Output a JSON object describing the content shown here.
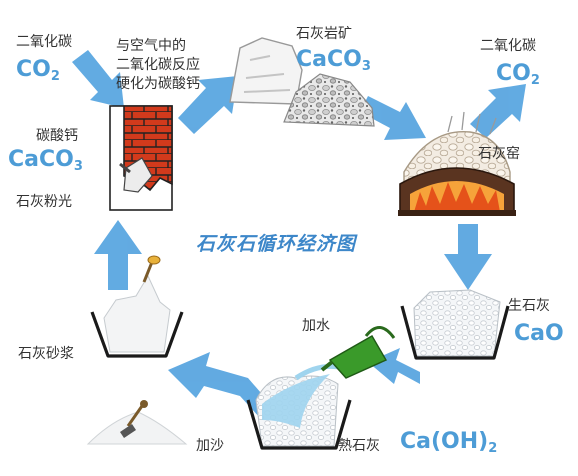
{
  "title": "石灰石循环经济图",
  "labels": {
    "co2_left_name": "二氧化碳",
    "co2_left_formula": "CO",
    "co2_left_sub": "2",
    "react_line1": "与空气中的",
    "react_line2": "二氧化碳反应",
    "react_line3": "硬化为碳酸钙",
    "limestone_name": "石灰岩矿",
    "limestone_formula": "CaCO",
    "limestone_sub": "3",
    "co2_right_name": "二氧化碳",
    "co2_right_formula": "CO",
    "co2_right_sub": "2",
    "kiln": "石灰窑",
    "caco3_name": "碳酸钙",
    "caco3_formula": "CaCO",
    "caco3_sub": "3",
    "lime_plaster": "石灰粉光",
    "quicklime_name": "生石灰",
    "quicklime_formula": "CaO",
    "add_water": "加水",
    "lime_mortar": "石灰砂浆",
    "slaked_lime_name": "熟石灰",
    "slaked_lime_formula": "Ca(OH)",
    "slaked_lime_sub": "2",
    "add_sand": "加沙"
  },
  "colors": {
    "arrow": "#5aa6e0",
    "formula": "#4d9cd6",
    "title": "#3d87c9",
    "brick": "#d23a1c",
    "fire": "#f08a1a",
    "water": "#9fd4ee",
    "bucket": "#3a8f2a"
  }
}
